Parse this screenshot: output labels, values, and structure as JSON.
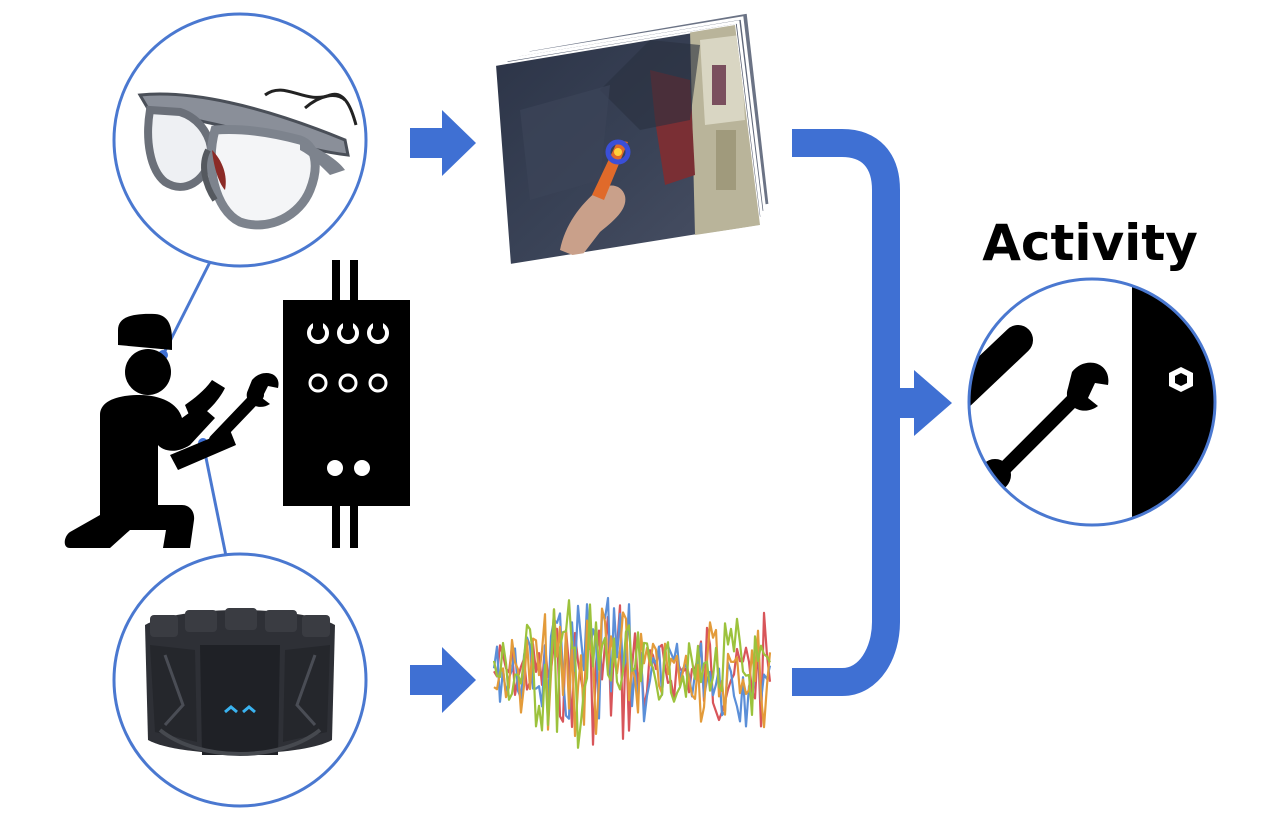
{
  "diagram": {
    "output_label": "Activity",
    "colors": {
      "accent": "#3f70d3",
      "circle_stroke": "#4a78d0",
      "icon": "#000000",
      "signal_red": "#d8555a",
      "signal_green": "#9cc23c",
      "signal_blue": "#5b8fd8",
      "signal_orange": "#e39b3a"
    },
    "nodes": [
      {
        "id": "eye-tracking-glasses",
        "icon": "glasses-icon"
      },
      {
        "id": "armband-sensor",
        "icon": "armband-icon"
      },
      {
        "id": "worker",
        "icon": "worker-with-wrench-icon"
      },
      {
        "id": "electrical-panel",
        "icon": "switchboard-icon"
      },
      {
        "id": "video-frames",
        "icon": "egocentric-video-frames"
      },
      {
        "id": "emg-signals",
        "icon": "multichannel-signal-waveform"
      },
      {
        "id": "activity-result",
        "icon": "wrench-on-panel-icon"
      }
    ],
    "edges": [
      {
        "from": "eye-tracking-glasses",
        "to": "video-frames"
      },
      {
        "from": "armband-sensor",
        "to": "emg-signals"
      },
      {
        "from": "video-frames",
        "to": "activity-result"
      },
      {
        "from": "emg-signals",
        "to": "activity-result"
      }
    ]
  }
}
